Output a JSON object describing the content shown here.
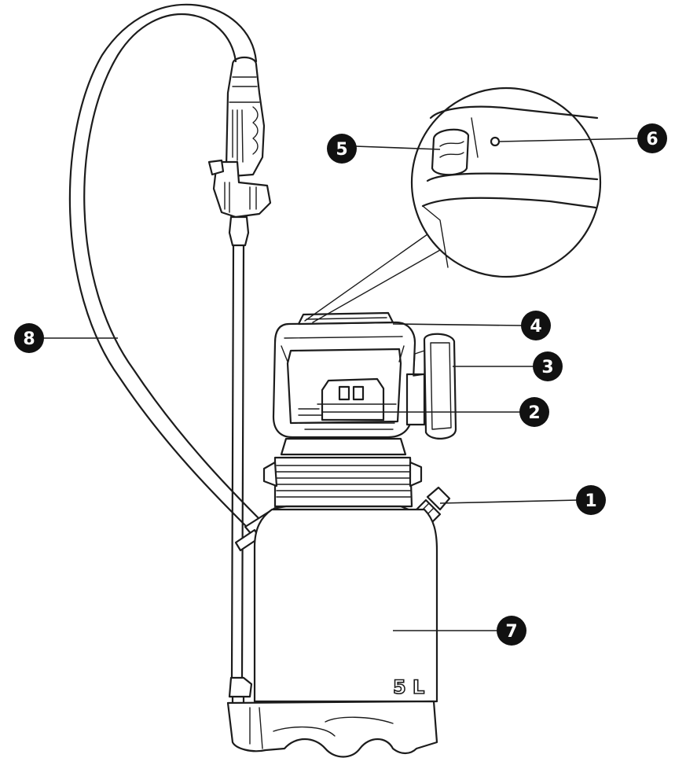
{
  "callouts": [
    {
      "id": "1",
      "label": "1"
    },
    {
      "id": "2",
      "label": "2"
    },
    {
      "id": "3",
      "label": "3"
    },
    {
      "id": "4",
      "label": "4"
    },
    {
      "id": "5",
      "label": "5"
    },
    {
      "id": "6",
      "label": "6"
    },
    {
      "id": "7",
      "label": "7"
    },
    {
      "id": "8",
      "label": "8"
    }
  ],
  "tank": {
    "capacity_label": "5 L"
  },
  "colors": {
    "line": "#1c1c1c",
    "callout_fill": "#111111",
    "background": "#ffffff"
  }
}
